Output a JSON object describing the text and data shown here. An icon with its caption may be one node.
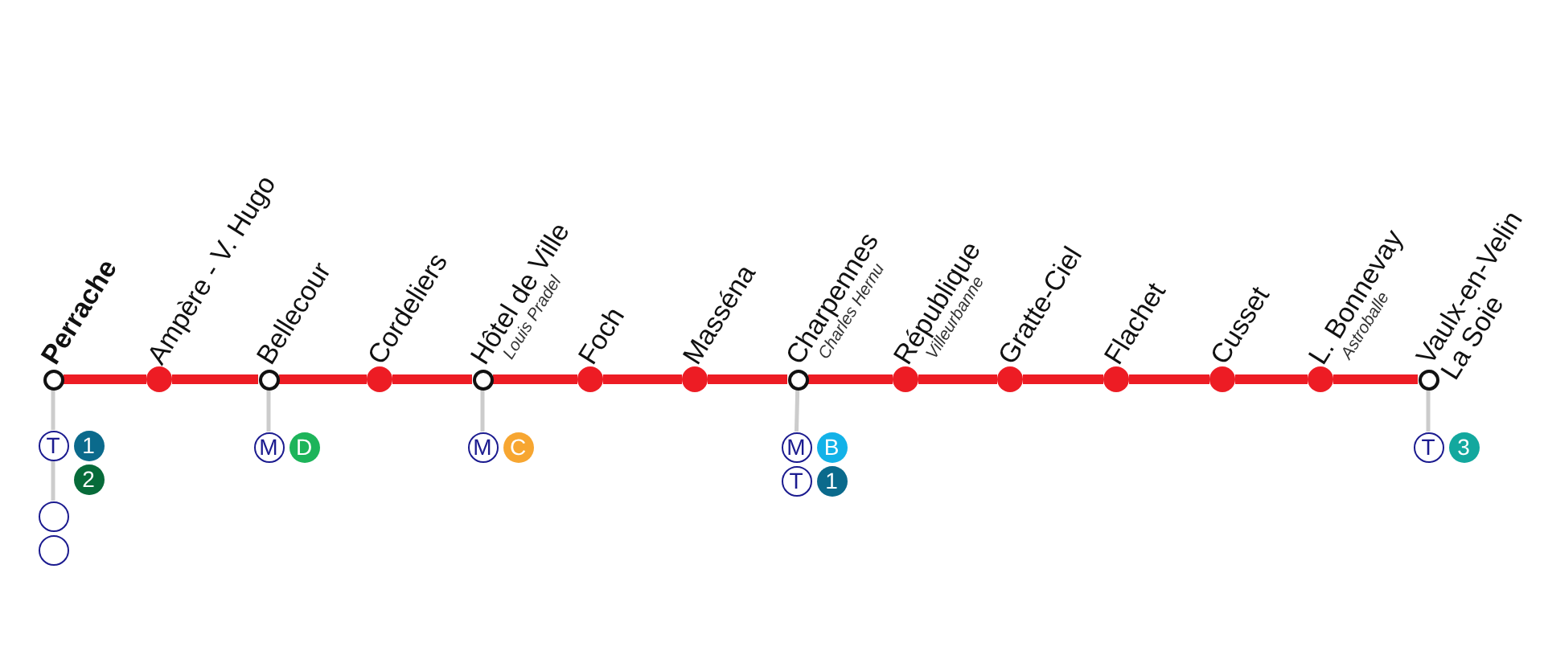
{
  "diagram": {
    "nodes": [
      {
        "text": [],
        "shape": "circle",
        "beside": [
          "Perrache"
        ]
      },
      {
        "text": [],
        "shape": "circle",
        "beside": [
          "Ampère - V. Hugo"
        ]
      },
      {
        "text": [],
        "shape": "circle",
        "beside": [
          "Bellecour"
        ]
      },
      {
        "text": [],
        "shape": "circle",
        "beside": [
          "Cordeliers"
        ]
      },
      {
        "text": [],
        "shape": "circle",
        "beside": [
          "Hôtel de Ville",
          "Louis Pradel"
        ]
      },
      {
        "text": [],
        "shape": "circle",
        "beside": [
          "Foch"
        ]
      },
      {
        "text": [],
        "shape": "circle",
        "beside": [
          "Masséna"
        ]
      },
      {
        "text": [],
        "shape": "circle",
        "beside": [
          "Charpennes",
          "Charles Hernu"
        ]
      },
      {
        "text": [],
        "shape": "circle",
        "beside": [
          "République",
          "Villeurbanne"
        ]
      },
      {
        "text": [],
        "shape": "circle",
        "beside": [
          "Gratte-Ciel"
        ]
      },
      {
        "text": [],
        "shape": "circle",
        "beside": [
          "Flachet"
        ]
      },
      {
        "text": [],
        "shape": "circle",
        "beside": [
          "Cusset"
        ]
      },
      {
        "text": [],
        "shape": "circle",
        "beside": [
          "L. Bonnevay",
          "Astroballe"
        ]
      },
      {
        "text": [],
        "shape": "circle",
        "beside": [
          "Vaulx-en-Velin La Soie"
        ]
      },
      {
        "text": [
          "T"
        ]
      },
      {
        "text": [
          "1"
        ]
      },
      {
        "text": [
          "2"
        ]
      },
      {
        "text": [],
        "shape": "circle"
      },
      {
        "text": [],
        "shape": "circle"
      },
      {
        "text": [
          "M"
        ]
      },
      {
        "text": [
          "D"
        ]
      },
      {
        "text": [
          "M"
        ]
      },
      {
        "text": [
          "C"
        ]
      },
      {
        "text": [
          "M"
        ]
      },
      {
        "text": [
          "B"
        ]
      },
      {
        "text": [
          "T"
        ]
      },
      {
        "text": [
          "1"
        ]
      },
      {
        "text": [
          "T"
        ]
      },
      {
        "text": [
          "3"
        ]
      }
    ],
    "edges": [
      {
        "from": 0,
        "to": 1,
        "arrow": "none"
      },
      {
        "from": 1,
        "to": 2,
        "arrow": "none"
      },
      {
        "from": 2,
        "to": 3,
        "arrow": "none"
      },
      {
        "from": 3,
        "to": 4,
        "arrow": "none"
      },
      {
        "from": 4,
        "to": 5,
        "arrow": "none"
      },
      {
        "from": 5,
        "to": 6,
        "arrow": "none"
      },
      {
        "from": 6,
        "to": 7,
        "arrow": "none"
      },
      {
        "from": 7,
        "to": 8,
        "arrow": "none"
      },
      {
        "from": 8,
        "to": 9,
        "arrow": "none"
      },
      {
        "from": 9,
        "to": 10,
        "arrow": "none"
      },
      {
        "from": 10,
        "to": 11,
        "arrow": "none"
      },
      {
        "from": 11,
        "to": 12,
        "arrow": "none"
      },
      {
        "from": 12,
        "to": 13,
        "arrow": "none"
      },
      {
        "from": 0,
        "to": 14,
        "arrow": "none",
        "color": "#cccccc"
      },
      {
        "from": 14,
        "to": 17,
        "arrow": "none",
        "color": "#cccccc"
      },
      {
        "from": 2,
        "to": 19,
        "arrow": "none",
        "color": "#cccccc"
      },
      {
        "from": 4,
        "to": 21,
        "arrow": "none",
        "color": "#cccccc"
      },
      {
        "from": 7,
        "to": 23,
        "arrow": "none",
        "color": "#cccccc"
      },
      {
        "from": 13,
        "to": 27,
        "arrow": "none",
        "color": "#cccccc"
      }
    ]
  }
}
